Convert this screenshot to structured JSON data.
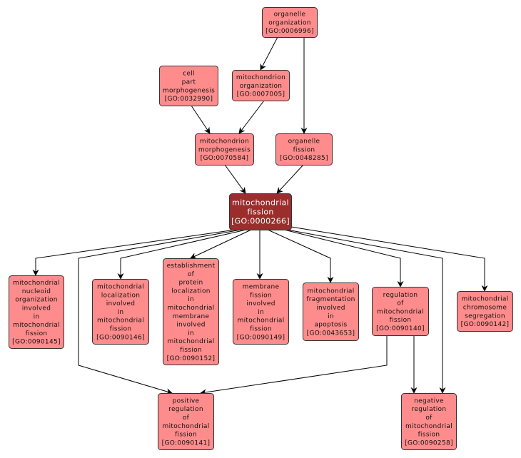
{
  "colors": {
    "node_fill": "#ff8c8c",
    "focus_fill": "#9b2d2d",
    "edge": "#000000",
    "background": "#ffffff"
  },
  "focus_node": "GO:0000266",
  "nodes": [
    {
      "id": "GO:0006996",
      "lines": [
        "organelle",
        "organization",
        "[GO:0006996]"
      ]
    },
    {
      "id": "GO:0032990",
      "lines": [
        "cell",
        "part",
        "morphogenesis",
        "[GO:0032990]"
      ]
    },
    {
      "id": "GO:0007005",
      "lines": [
        "mitochondrion",
        "organization",
        "[GO:0007005]"
      ]
    },
    {
      "id": "GO:0070584",
      "lines": [
        "mitochondrion",
        "morphogenesis",
        "[GO:0070584]"
      ]
    },
    {
      "id": "GO:0048285",
      "lines": [
        "organelle",
        "fission",
        "[GO:0048285]"
      ]
    },
    {
      "id": "GO:0000266",
      "lines": [
        "mitochondrial",
        "fission",
        "[GO:0000266]"
      ]
    },
    {
      "id": "GO:0090145",
      "lines": [
        "mitochondrial",
        "nucleoid",
        "organization",
        "involved",
        "in",
        "mitochondrial",
        "fission",
        "[GO:0090145]"
      ]
    },
    {
      "id": "GO:0090146",
      "lines": [
        "mitochondrial",
        "localization",
        "involved",
        "in",
        "mitochondrial",
        "fission",
        "[GO:0090146]"
      ]
    },
    {
      "id": "GO:0090152",
      "lines": [
        "establishment",
        "of",
        "protein",
        "localization",
        "in",
        "mitochondrial",
        "membrane",
        "involved",
        "in",
        "mitochondrial",
        "fission",
        "[GO:0090152]"
      ]
    },
    {
      "id": "GO:0090149",
      "lines": [
        "membrane",
        "fission",
        "involved",
        "in",
        "mitochondrial",
        "fission",
        "[GO:0090149]"
      ]
    },
    {
      "id": "GO:0043653",
      "lines": [
        "mitochondrial",
        "fragmentation",
        "involved",
        "in",
        "apoptosis",
        "[GO:0043653]"
      ]
    },
    {
      "id": "GO:0090140",
      "lines": [
        "regulation",
        "of",
        "mitochondrial",
        "fission",
        "[GO:0090140]"
      ]
    },
    {
      "id": "GO:0090142",
      "lines": [
        "mitochondrial",
        "chromosome",
        "segregation",
        "[GO:0090142]"
      ]
    },
    {
      "id": "GO:0090141",
      "lines": [
        "positive",
        "regulation",
        "of",
        "mitochondrial",
        "fission",
        "[GO:0090141]"
      ]
    },
    {
      "id": "GO:0090258",
      "lines": [
        "negative",
        "regulation",
        "of",
        "mitochondrial",
        "fission",
        "[GO:0090258]"
      ]
    }
  ],
  "edges": [
    {
      "from": "GO:0006996",
      "to": "GO:0007005"
    },
    {
      "from": "GO:0006996",
      "to": "GO:0048285"
    },
    {
      "from": "GO:0032990",
      "to": "GO:0070584"
    },
    {
      "from": "GO:0007005",
      "to": "GO:0070584"
    },
    {
      "from": "GO:0070584",
      "to": "GO:0000266"
    },
    {
      "from": "GO:0048285",
      "to": "GO:0000266"
    },
    {
      "from": "GO:0000266",
      "to": "GO:0090145"
    },
    {
      "from": "GO:0000266",
      "to": "GO:0090146"
    },
    {
      "from": "GO:0000266",
      "to": "GO:0090152"
    },
    {
      "from": "GO:0000266",
      "to": "GO:0090149"
    },
    {
      "from": "GO:0000266",
      "to": "GO:0043653"
    },
    {
      "from": "GO:0000266",
      "to": "GO:0090140"
    },
    {
      "from": "GO:0000266",
      "to": "GO:0090142"
    },
    {
      "from": "GO:0000266",
      "to": "GO:0090141"
    },
    {
      "from": "GO:0000266",
      "to": "GO:0090258"
    },
    {
      "from": "GO:0090140",
      "to": "GO:0090141"
    },
    {
      "from": "GO:0090140",
      "to": "GO:0090258"
    }
  ]
}
